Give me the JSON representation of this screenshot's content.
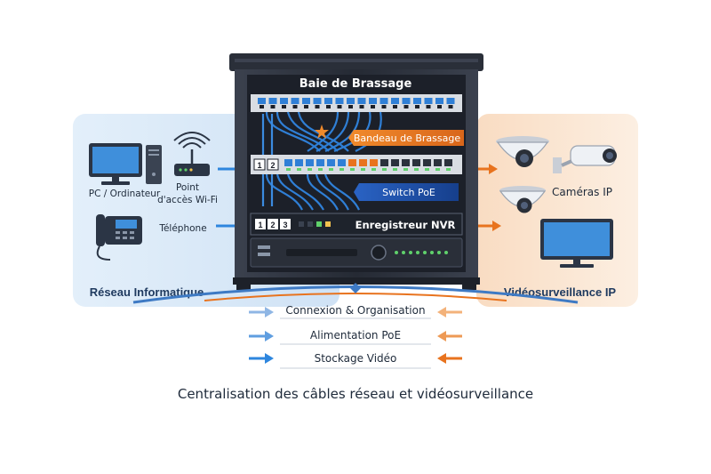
{
  "rack": {
    "title": "Baie de Brassage",
    "patch_panel_label": "Bandeau de Brassage",
    "switch_label": "Switch PoE",
    "nvr_label": "Enregistreur NVR",
    "port_numbers_top": [
      "1",
      "2"
    ],
    "port_numbers_bottom": [
      "1",
      "2",
      "3"
    ]
  },
  "left_panel": {
    "title": "Réseau Informatique",
    "pc_label": "PC / Ordinateur",
    "wifi_label_line1": "Point",
    "wifi_label_line2": "d'accès Wi-Fi",
    "phone_label": "Téléphone"
  },
  "right_panel": {
    "title": "Vidéosurveillance IP",
    "cameras_label": "Caméras IP"
  },
  "features": [
    "Connexion & Organisation",
    "Alimentation PoE",
    "Stockage Vidéo"
  ],
  "caption": "Centralisation des câbles réseau et vidéosurveillance",
  "colors": {
    "left_bg": "#dcebf8",
    "right_bg": "#fbe6d2",
    "rack_dark": "#2f3440",
    "cable_blue": "#2f7fd6",
    "accent_orange": "#e8731e",
    "switch_blue": "#1f4fa8",
    "arrow_blue": "#2e86de"
  },
  "icons": [
    "desktop-pc-icon",
    "wifi-router-icon",
    "desk-phone-icon",
    "dome-camera-icon",
    "bullet-camera-icon",
    "monitor-icon",
    "star-icon"
  ]
}
